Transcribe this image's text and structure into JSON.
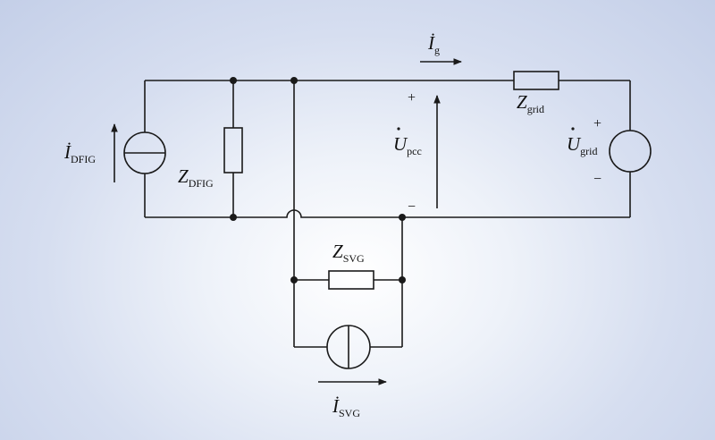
{
  "diagram": {
    "currents": {
      "i_dfig": {
        "main": "İ",
        "sub": "DFIG"
      },
      "i_g": {
        "main": "İ",
        "sub": "g"
      },
      "i_svg": {
        "main": "İ",
        "sub": "SVG"
      }
    },
    "voltages": {
      "u_pcc": {
        "main": "U",
        "sub": "pcc",
        "plus": "+",
        "minus": "−"
      },
      "u_grid": {
        "main": "U",
        "sub": "grid",
        "plus": "+",
        "minus": "−"
      }
    },
    "impedances": {
      "z_dfig": {
        "main": "Z",
        "sub": "DFIG"
      },
      "z_grid": {
        "main": "Z",
        "sub": "grid"
      },
      "z_svg": {
        "main": "Z",
        "sub": "SVG"
      }
    }
  }
}
